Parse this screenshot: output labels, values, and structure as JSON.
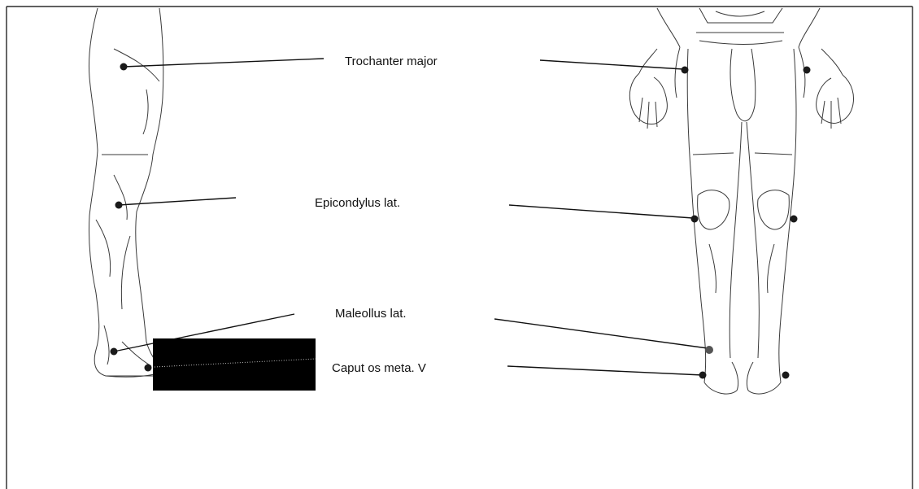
{
  "labels": {
    "trochanter": "Trochanter major",
    "epicondylus": "Epicondylus lat.",
    "maleollus": "Maleollus lat.",
    "caput": "Caput os meta. V"
  },
  "colors": {
    "outline": "#3a3a3a",
    "marker": "#1a1a1a",
    "redaction": "#000000",
    "frame": "#000000"
  }
}
